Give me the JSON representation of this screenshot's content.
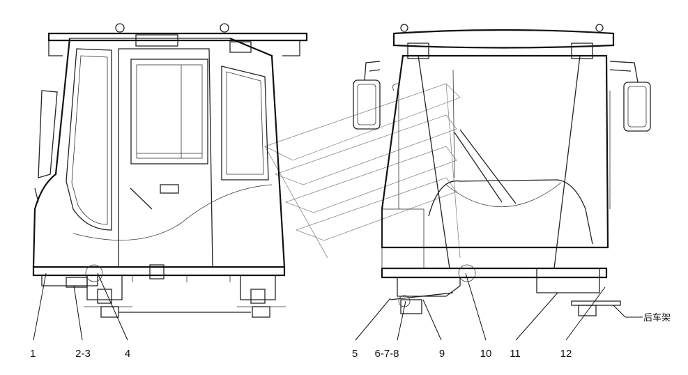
{
  "diagram": {
    "title": "Cab assembly – side and rear views",
    "callouts": [
      {
        "id": "1",
        "label": "1"
      },
      {
        "id": "2-3",
        "label": "2-3"
      },
      {
        "id": "4",
        "label": "4"
      },
      {
        "id": "5",
        "label": "5"
      },
      {
        "id": "6-7-8",
        "label": "6-7-8"
      },
      {
        "id": "9",
        "label": "9"
      },
      {
        "id": "10",
        "label": "10"
      },
      {
        "id": "11",
        "label": "11"
      },
      {
        "id": "12",
        "label": "12"
      }
    ],
    "rear_frame_label": "后车架"
  }
}
